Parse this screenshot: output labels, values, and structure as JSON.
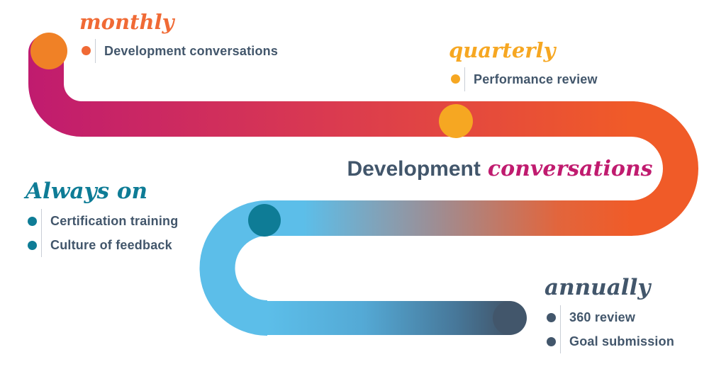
{
  "title": {
    "text_regular": "Development",
    "text_accent": "conversations",
    "regular_color": "#42566B",
    "accent_color": "#C01B6F"
  },
  "groups": {
    "monthly": {
      "label": "monthly",
      "color": "#F06A35",
      "items": [
        "Development conversations"
      ]
    },
    "quarterly": {
      "label": "quarterly",
      "color": "#F6A722",
      "items": [
        "Performance review"
      ]
    },
    "always_on": {
      "label": "Always on",
      "color": "#0E7C96",
      "items": [
        "Certification training",
        "Culture of feedback"
      ]
    },
    "annually": {
      "label": "annually",
      "color": "#42566B",
      "items": [
        "360 review",
        "Goal submission"
      ]
    }
  },
  "path_colors": {
    "magenta_start": "#C01B6F",
    "orange": "#F05B28",
    "light_blue": "#5CBEE9",
    "slate": "#42566B",
    "monthly_dot": "#F08126",
    "quarterly_dot": "#F6A722",
    "always_on_dot": "#0E7C96",
    "annually_dot": "#42566B"
  },
  "item_text_color": "#42566B"
}
